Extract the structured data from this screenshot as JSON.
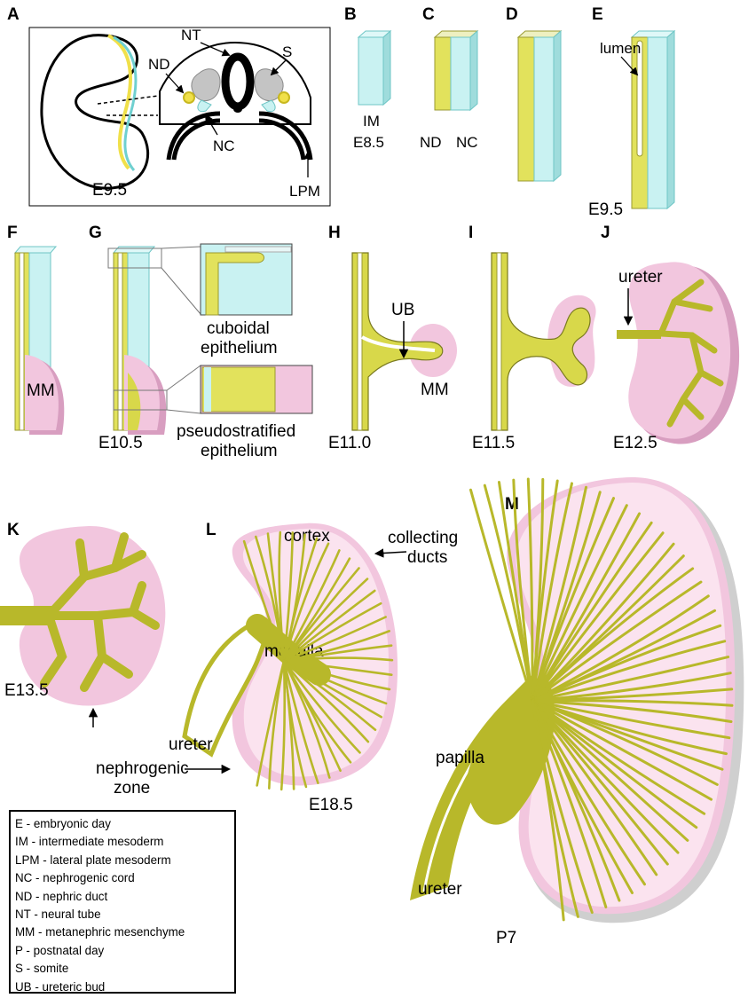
{
  "panels": [
    "A",
    "B",
    "C",
    "D",
    "E",
    "F",
    "G",
    "H",
    "I",
    "J",
    "K",
    "L",
    "M"
  ],
  "panel_a": {
    "stage": "E9.5",
    "nt": "NT",
    "nd": "ND",
    "s": "S",
    "nc": "NC",
    "lpm": "LPM"
  },
  "panel_b": {
    "tissue": "IM",
    "stage": "E8.5"
  },
  "panel_c": {
    "left": "ND",
    "right": "NC"
  },
  "panel_e": {
    "lumen": "lumen",
    "stage": "E9.5"
  },
  "panel_f": {
    "mm": "MM"
  },
  "panel_g": {
    "stage": "E10.5",
    "cuboidal_1": "cuboidal",
    "cuboidal_2": "epithelium",
    "pseudo_1": "pseudostratified",
    "pseudo_2": "epithelium"
  },
  "panel_h": {
    "ub": "UB",
    "mm": "MM",
    "stage": "E11.0"
  },
  "panel_i": {
    "stage": "E11.5"
  },
  "panel_j": {
    "ureter": "ureter",
    "stage": "E12.5"
  },
  "panel_k": {
    "stage": "E13.5"
  },
  "panel_l": {
    "cortex": "cortex",
    "collecting_1": "collecting",
    "collecting_2": "ducts",
    "medulla": "medulla",
    "ureter": "ureter",
    "nephrogenic_1": "nephrogenic",
    "nephrogenic_2": "zone",
    "stage": "E18.5"
  },
  "panel_m": {
    "papilla": "papilla",
    "ureter": "ureter",
    "stage": "P7"
  },
  "legend": [
    "E - embryonic day",
    "IM - intermediate mesoderm",
    "LPM - lateral plate mesoderm",
    "NC - nephrogenic cord",
    "ND - nephric duct",
    "NT - neural tube",
    "MM - metanephric mesenchyme",
    "P - postnatal day",
    "S - somite",
    "UB - ureteric bud"
  ],
  "colors": {
    "duct": "#b8b82a",
    "duct_light": "#e2e25c",
    "cord": "#c9f2f2",
    "cord_dark": "#6fc6c6",
    "mesenchyme": "#f2c6de",
    "mesenchyme_light": "#fbe3ef",
    "somite": "#c4c4c4"
  }
}
